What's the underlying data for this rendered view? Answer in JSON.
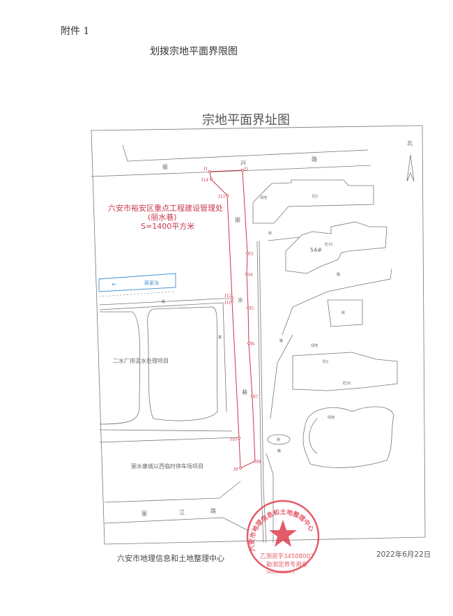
{
  "header": {
    "attachment_label": "附件 1",
    "document_title": "划拨宗地平面界限图",
    "map_title": "宗地平面界址图"
  },
  "map": {
    "north_label": "北",
    "roads": {
      "zhenxing": [
        "振",
        "兴",
        "路"
      ],
      "lishui_lane": [
        "丽",
        "水",
        "巷"
      ],
      "lijiang": [
        "丽",
        "江",
        "路"
      ]
    },
    "parcel": {
      "owner": "六安市裕安区重点工程建设管理处",
      "name": "(丽水巷)",
      "area": "S=1400平方米"
    },
    "boundary_points": [
      "J1",
      "J2",
      "J3",
      "J4",
      "J5",
      "J6",
      "J7",
      "J8",
      "J9",
      "J10",
      "J11",
      "J12",
      "J13",
      "J14"
    ],
    "labels": {
      "ditch": "蒋家沟",
      "project_1": "二水厂排泥水处理项目",
      "project_2": "丽水康城以西临时停车场项目",
      "building_2": "砼2",
      "building_33": "砼33",
      "building_54": "54#",
      "building_32": "砼32",
      "building_2b": "砼2",
      "greenland": "绿地",
      "greenland_2": "绿地",
      "greenland_3": "绿地",
      "brick": "砖",
      "brick_2": "砖",
      "brick_3": "砖",
      "road_small": "路",
      "road_small_2": "路",
      "road_small_3": "路",
      "road_small_4": "路",
      "road_small_5": "路"
    }
  },
  "stamp": {
    "org_arc": "六安市地理信息和土地整理中心",
    "license": "乙测资字34508002",
    "purpose": "勘测定界专用章",
    "code": "3415020159371"
  },
  "footer": {
    "organization": "六安市地理信息和土地整理中心",
    "date": "2022年6月22日"
  }
}
